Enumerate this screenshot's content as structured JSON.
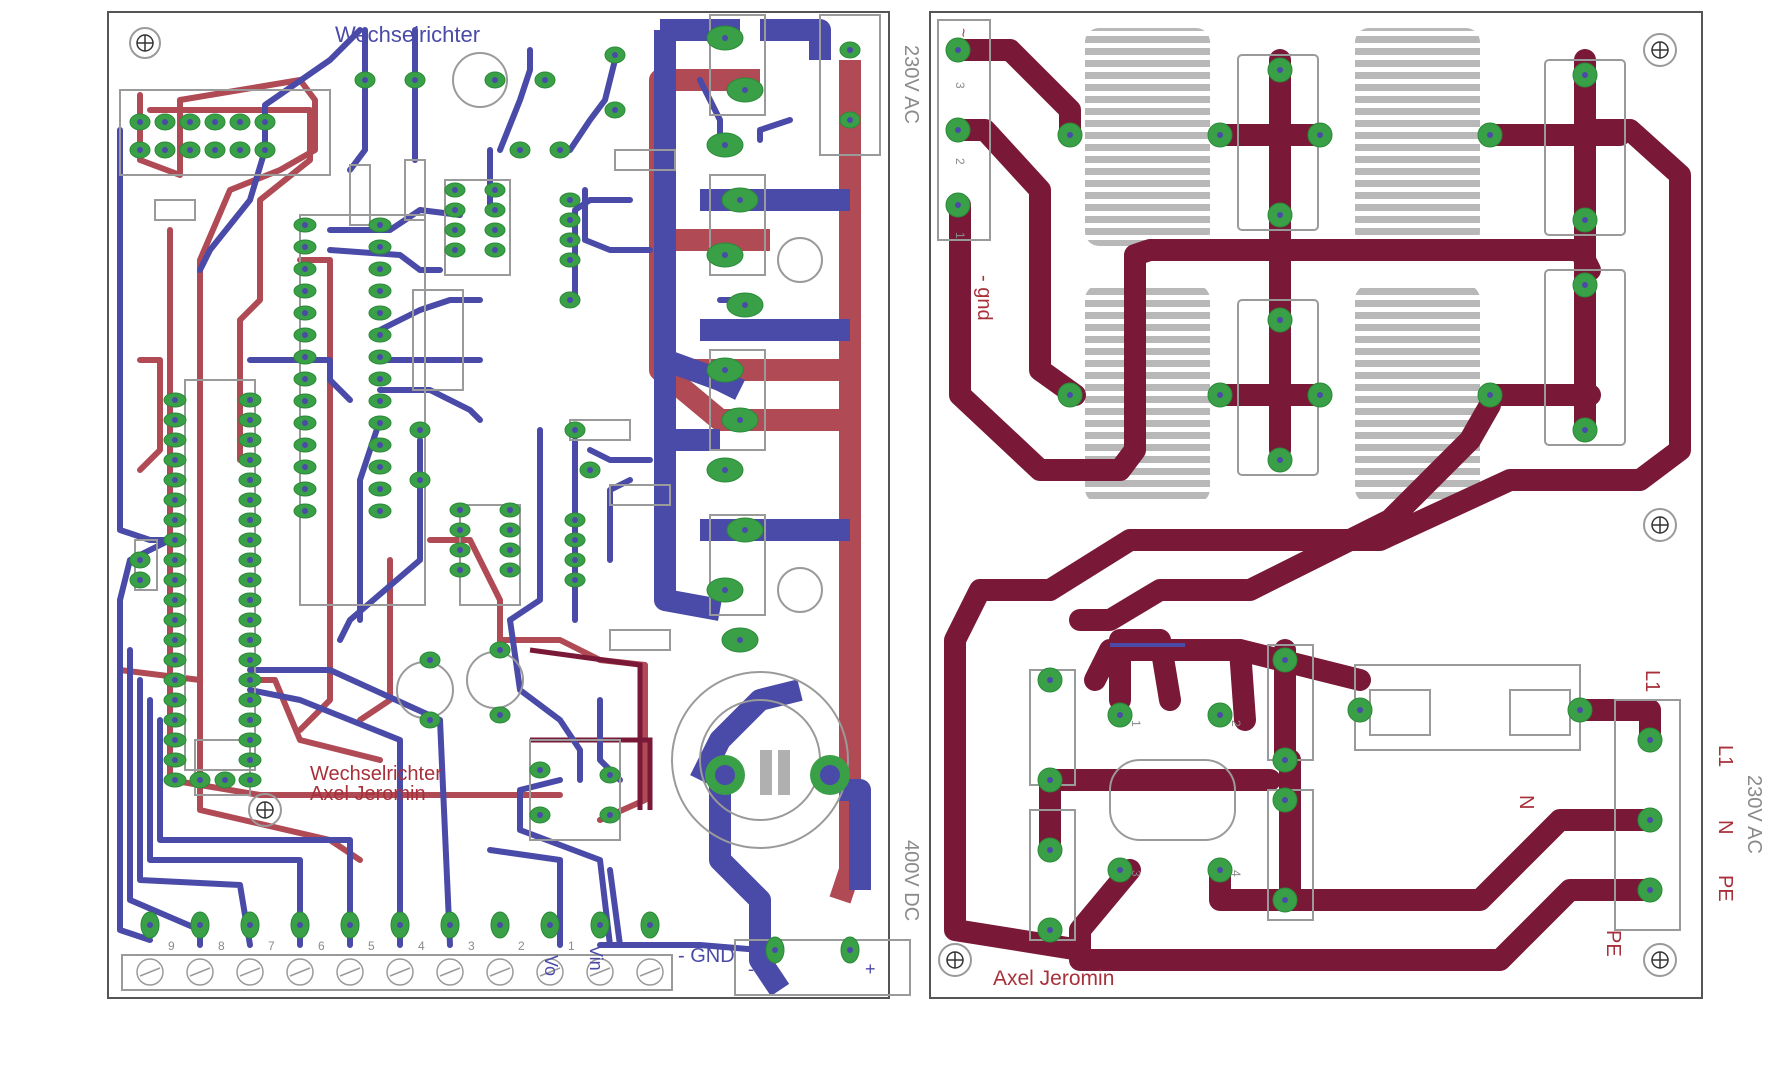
{
  "colors": {
    "top_copper": "#4a4aa8",
    "bottom_copper": "#7a1838",
    "bottom_copper_light": "#b04a55",
    "pad": "#3aa047",
    "silk": "#9a9a9a",
    "heatsink": "#b0b0b0",
    "text_red": "#a8303a",
    "text_blue": "#4a4aa8",
    "text_gray": "#8a8a8a"
  },
  "left_board": {
    "title_mirrored": "Wechselrichter",
    "title": "Wechselrichter",
    "author": "Axel Jeromin",
    "ac_label": "230V AC",
    "dc_label": "400V DC",
    "gnd_label": "- GND",
    "minus": "-",
    "plus": "+",
    "vo_label": "Vo",
    "vin_label": "Vin",
    "pin_numbers": [
      "9",
      "8",
      "7",
      "6",
      "5",
      "4",
      "3",
      "2",
      "1"
    ],
    "conn_pins": [
      "1",
      "2"
    ]
  },
  "right_board": {
    "ac_label": "230V AC",
    "gnd_label": "- gnd",
    "tilde": "~",
    "author": "Axel Jeromin",
    "l1": "L1",
    "n": "N",
    "pe": "PE",
    "l1_side": "L1",
    "n_side": "N",
    "pe_side": "PE",
    "ac_side": "230V AC",
    "conn_pins": [
      "3",
      "2",
      "1"
    ],
    "chip_pins": [
      "1",
      "2",
      "3",
      "4"
    ]
  }
}
